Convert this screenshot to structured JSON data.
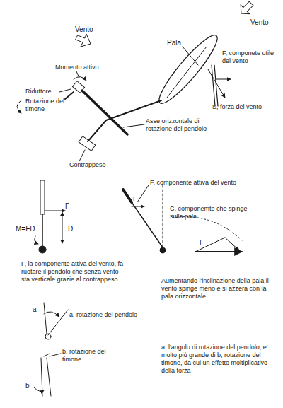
{
  "diagram": {
    "labels": [
      "Vento",
      "Vento",
      "Pala",
      "F, componete utile del vento",
      "S, forza del vento",
      "Momento attivo",
      "Riduttore",
      "Rotazione del timone",
      "Asse orizzontale di rotazione del pendolo",
      "Contrappeso",
      "F",
      "M=FD",
      "D",
      "F, la componente attiva del vento, fa ruotare il pendolo che senza vento sta verticale grazie al contrappeso",
      "F, componente attiva del vento",
      "F",
      "C, componemte che spinge sulla pala",
      "F",
      "Aumentando l'inclinazione della pala il vento spinge meno e si azzera con la pala orizzontale",
      "a",
      "a, rotazione del pendolo",
      "b, rotazione del timone",
      "b",
      "a, l'angolo di rotazione del pendolo, e' molto più grande di b, rotazione del timone, da cui un effetto moltiplicativo della forza"
    ]
  }
}
